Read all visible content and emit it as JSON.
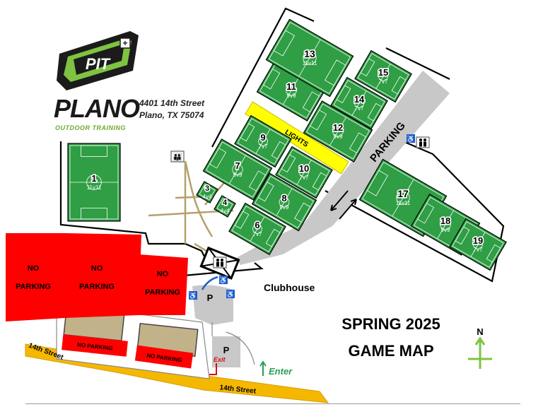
{
  "brand": {
    "logo_text": "PIT",
    "name": "PLANO",
    "tagline": "OUTDOOR TRAINING",
    "address_line1": "4401 14th Street",
    "address_line2": "Plano, TX 75074"
  },
  "map_title": {
    "line1": "SPRING 2025",
    "line2": "GAME MAP"
  },
  "fields": [
    {
      "number": "1",
      "size": "11v11"
    },
    {
      "number": "3",
      "size": "4v4"
    },
    {
      "number": "4",
      "size": "4v4"
    },
    {
      "number": "6",
      "size": "7v7"
    },
    {
      "number": "7",
      "size": "9v9"
    },
    {
      "number": "8",
      "size": "9v9"
    },
    {
      "number": "9",
      "size": "7v7"
    },
    {
      "number": "10",
      "size": "7v7"
    },
    {
      "number": "11",
      "size": "9v9"
    },
    {
      "number": "12",
      "size": "9v9"
    },
    {
      "number": "13",
      "size": "11v11"
    },
    {
      "number": "14",
      "size": "7v7"
    },
    {
      "number": "15",
      "size": "7v7"
    },
    {
      "number": "17",
      "size": "11v11"
    },
    {
      "number": "18",
      "size": "9v9"
    },
    {
      "number": "19",
      "size": "7v7"
    }
  ],
  "labels": {
    "lights": "LIGHTS",
    "parking": "PARKING",
    "clubhouse": "Clubhouse",
    "no_parking_line1": "NO",
    "no_parking_line2": "PARKING",
    "no_parking_small": "NO PARKING",
    "parking_lot": "P",
    "street_left": "14th Street",
    "street_bottom": "14th Street",
    "exit": "Exit",
    "enter": "Enter",
    "north": "N"
  },
  "colors": {
    "field": "#2f9e44",
    "no_parking": "#ff0000",
    "road": "#f5b800",
    "parking_lane": "#c8c8c8",
    "lights_bar": "#ffff00",
    "path": "#b5a06a",
    "accessible": "#1f5fbf",
    "enter": "#2a9d54",
    "exit": "#d01010",
    "north_arrow": "#7fc342"
  }
}
